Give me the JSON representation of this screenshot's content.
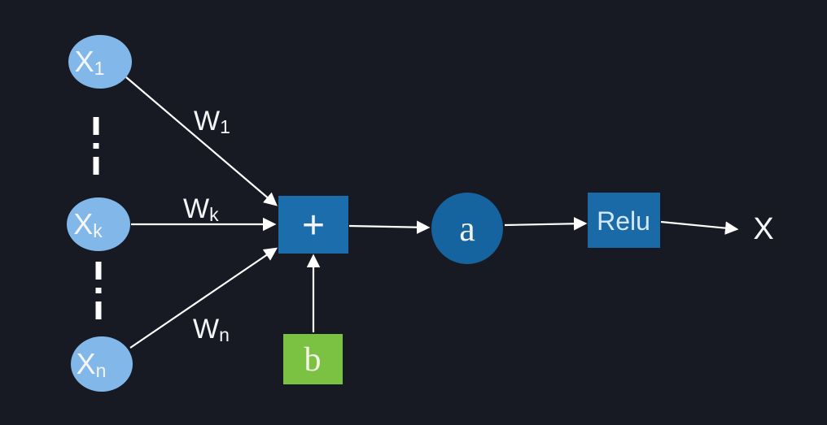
{
  "colors": {
    "background": "#171a22",
    "input_node": "#82b8e9",
    "sum_node": "#1c6dab",
    "bias_node": "#7cc242",
    "activation_node": "#16649f",
    "relu_box": "#1a6aa8",
    "connector": "#ffffff",
    "text": "#f4f6f8"
  },
  "nodes": {
    "input_1": {
      "base": "X",
      "sub": "1"
    },
    "input_k": {
      "base": "X",
      "sub": "k"
    },
    "input_n": {
      "base": "X",
      "sub": "n"
    },
    "sum": "+",
    "bias": "b",
    "activation": "a",
    "relu": "Relu",
    "output": "X"
  },
  "edge_labels": {
    "w1": {
      "base": "W",
      "sub": "1"
    },
    "wk": {
      "base": "W",
      "sub": "k"
    },
    "wn": {
      "base": "W",
      "sub": "n"
    }
  }
}
